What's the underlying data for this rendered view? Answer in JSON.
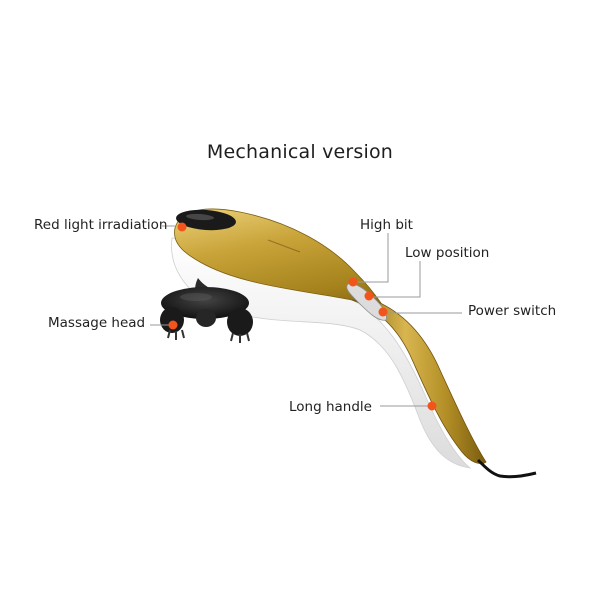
{
  "title": "Mechanical version",
  "labels": {
    "red_light": "Red light irradiation",
    "high_bit": "High bit",
    "low_position": "Low position",
    "massage_head": "Massage head",
    "power_switch": "Power switch",
    "long_handle": "Long handle"
  },
  "colors": {
    "gold": "#b8962a",
    "gold_dark": "#8a6c12",
    "gold_light": "#e3c766",
    "body_white": "#f4f4f4",
    "rubber_black": "#1c1c1c",
    "dot_orange": "#f2541b",
    "leader_gray": "#9a9a9a"
  }
}
